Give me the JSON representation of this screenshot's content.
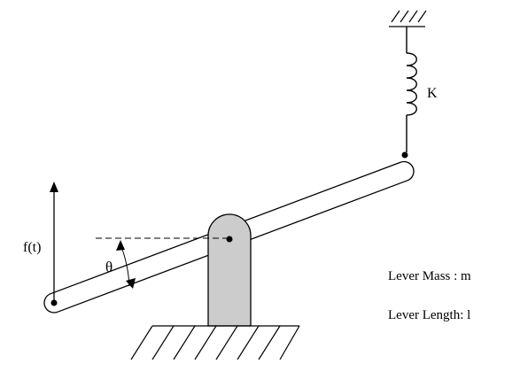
{
  "labels": {
    "spring": "K",
    "force": "f(t)",
    "angle": "θ",
    "mass": "Lever Mass : m",
    "length": "Lever Length: l"
  },
  "colors": {
    "stroke": "#000000",
    "support_fill": "#cccccc",
    "background": "#ffffff"
  }
}
